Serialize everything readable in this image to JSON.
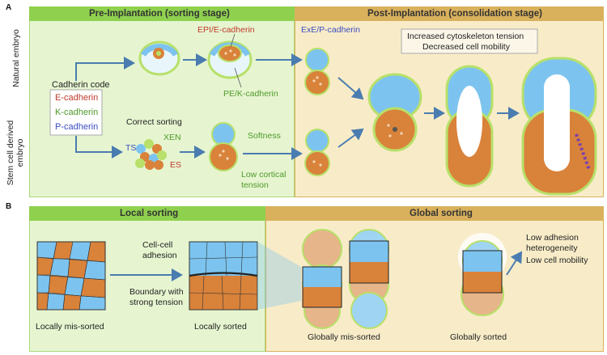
{
  "panel_a": {
    "letter": "A",
    "pre_header": "Pre-Implantation (sorting stage)",
    "post_header": "Post-Implantation (consolidation stage)",
    "row_natural": "Natural embryo",
    "row_stem": "Stem cell derived embryo",
    "cadherin_title": "Cadherin code",
    "cadherins": [
      {
        "label": "E-cadherin",
        "color": "#c0392b"
      },
      {
        "label": "K-cadherin",
        "color": "#4e9a2a"
      },
      {
        "label": "P-cadherin",
        "color": "#3b4cc0"
      }
    ],
    "epi_label": "EPI/E-cadherin",
    "pe_label": "PE/K-cadherin",
    "exe_label": "ExE/P-cadherin",
    "tension_line1": "Increased cytoskeleton tension",
    "tension_line2": "Decreased cell mobility",
    "correct_sorting": "Correct sorting",
    "ts": "TS",
    "xen": "XEN",
    "es": "ES",
    "softness": "Softness",
    "low_cortical_1": "Low cortical",
    "low_cortical_2": "tension"
  },
  "panel_b": {
    "letter": "B",
    "local_header": "Local sorting",
    "global_header": "Global sorting",
    "cell_adhesion_1": "Cell-cell",
    "cell_adhesion_2": "adhesion",
    "boundary_1": "Boundary with",
    "boundary_2": "strong tension",
    "locally_mis": "Locally mis-sorted",
    "locally_sorted": "Locally sorted",
    "globally_mis": "Globally mis-sorted",
    "globally_sorted": "Globally sorted",
    "low_adhesion_1": "Low adhesion",
    "low_adhesion_2": "heterogeneity",
    "low_mobility": "Low cell mobility"
  },
  "colors": {
    "green_panel": "#e6f5d0",
    "green_header": "#8fd14f",
    "tan_panel": "#f8ecc8",
    "tan_header": "#d9b15c",
    "blue_cell": "#7cc4ef",
    "orange_cell": "#d9823a",
    "green_cell": "#b8e06a",
    "arrow": "#4a7cb0",
    "label_red": "#c0392b",
    "label_green": "#4e9a2a",
    "label_blue": "#3b4cc0"
  }
}
